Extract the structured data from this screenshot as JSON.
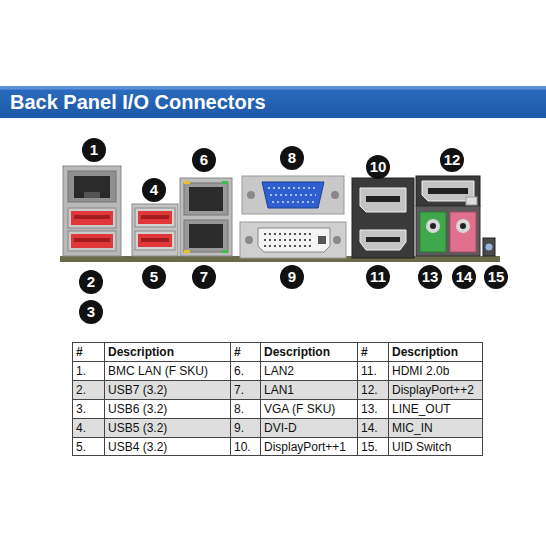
{
  "diagram": {
    "title": "Back Panel I/O Connectors",
    "labels": [
      "1",
      "2",
      "3",
      "4",
      "5",
      "6",
      "7",
      "8",
      "9",
      "10",
      "11",
      "12",
      "13",
      "14",
      "15",
      "#",
      "Description",
      "#",
      "Description",
      "#",
      "Description",
      "1.",
      "BMC LAN (F SKU)",
      "6.",
      "LAN2",
      "11.",
      "HDMI 2.0b",
      "2.",
      "USB7 (3.2)",
      "7.",
      "LAN1",
      "12.",
      "DisplayPort++2",
      "3.",
      "USB6 (3.2)",
      "8.",
      "VGA (F SKU)",
      "13.",
      "LINE_OUT",
      "4.",
      "USB5 (3.2)",
      "9.",
      "DVI-D",
      "14.",
      "MIC_IN",
      "5.",
      "USB4 (3.2)",
      "10.",
      "DisplayPort++1",
      "15.",
      "UID Switch"
    ]
  }
}
